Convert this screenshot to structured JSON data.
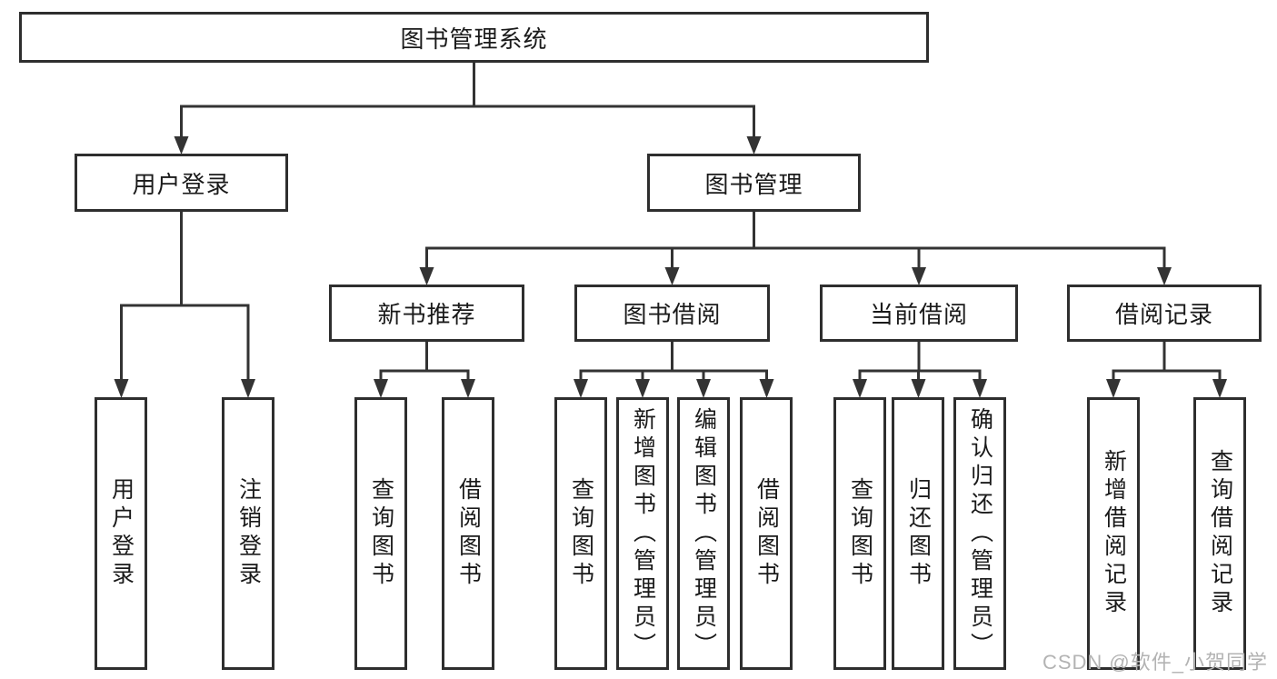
{
  "tree": {
    "label": "图书管理系统",
    "children": [
      {
        "label": "用户登录",
        "children": [
          {
            "label": "用户登录"
          },
          {
            "label": "注销登录"
          }
        ]
      },
      {
        "label": "图书管理",
        "children": [
          {
            "label": "新书推荐",
            "children": [
              {
                "label": "查询图书"
              },
              {
                "label": "借阅图书"
              }
            ]
          },
          {
            "label": "图书借阅",
            "children": [
              {
                "label": "查询图书"
              },
              {
                "label": "新增图书（管理员）"
              },
              {
                "label": "编辑图书（管理员）"
              },
              {
                "label": "借阅图书"
              }
            ]
          },
          {
            "label": "当前借阅",
            "children": [
              {
                "label": "查询图书"
              },
              {
                "label": "归还图书"
              },
              {
                "label": "确认归还（管理员）"
              }
            ]
          },
          {
            "label": "借阅记录",
            "children": [
              {
                "label": "新增借阅记录"
              },
              {
                "label": "查询借阅记录"
              }
            ]
          }
        ]
      }
    ]
  },
  "watermark": {
    "text": "CSDN @软件_小贺同学"
  },
  "colors": {
    "line": "#333333",
    "border": "#2e2e2e",
    "text": "#1a1a1a",
    "watermark": "#b3b3b3",
    "background": "#ffffff"
  }
}
